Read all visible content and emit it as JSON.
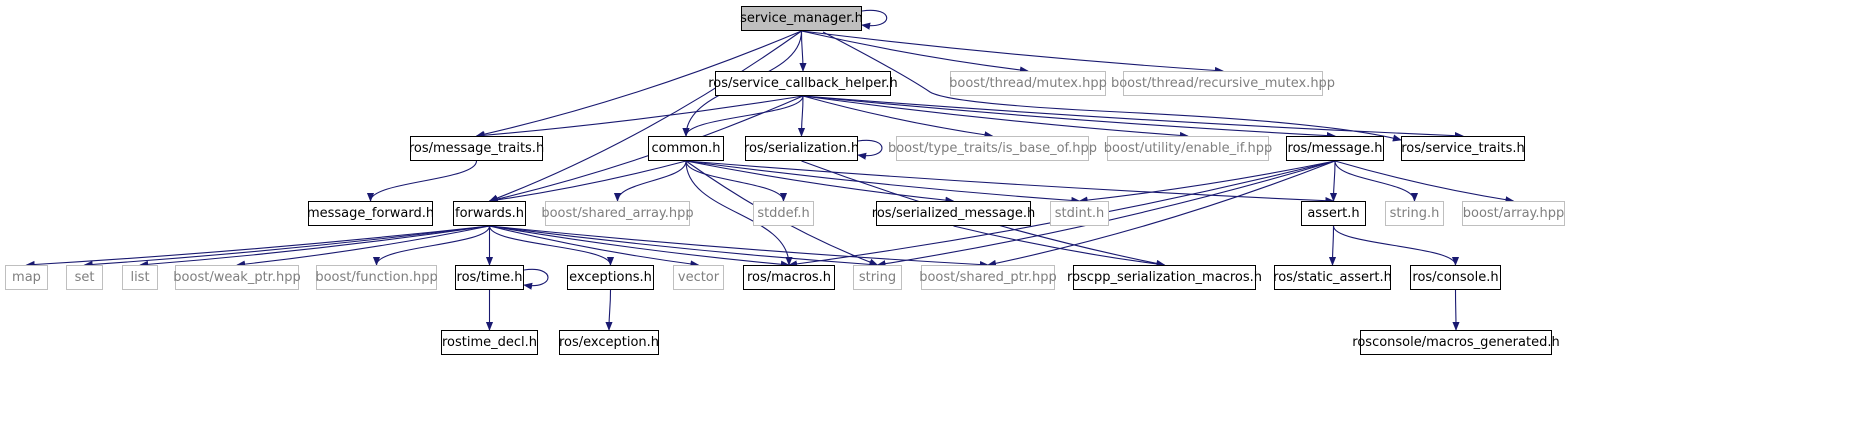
{
  "colors": {
    "edge": "#191970",
    "documented_border": "#000000",
    "external_border": "#bfbfbf",
    "external_text": "#7f7f7f",
    "root_fill": "#bfbfbf"
  },
  "nodes": {
    "service_manager": {
      "label": "service_manager.h",
      "kind": "root"
    },
    "service_callback_helper": {
      "label": "ros/service_callback_helper.h",
      "kind": "documented"
    },
    "thread_mutex": {
      "label": "boost/thread/mutex.hpp",
      "kind": "external"
    },
    "thread_recursive_mutex": {
      "label": "boost/thread/recursive_mutex.hpp",
      "kind": "external"
    },
    "message_traits": {
      "label": "ros/message_traits.h",
      "kind": "documented"
    },
    "common": {
      "label": "common.h",
      "kind": "documented"
    },
    "serialization": {
      "label": "ros/serialization.h",
      "kind": "documented"
    },
    "is_base_of": {
      "label": "boost/type_traits/is_base_of.hpp",
      "kind": "external"
    },
    "enable_if": {
      "label": "boost/utility/enable_if.hpp",
      "kind": "external"
    },
    "message": {
      "label": "ros/message.h",
      "kind": "documented"
    },
    "service_traits": {
      "label": "ros/service_traits.h",
      "kind": "documented"
    },
    "message_forward": {
      "label": "message_forward.h",
      "kind": "documented"
    },
    "forwards": {
      "label": "forwards.h",
      "kind": "documented"
    },
    "shared_array": {
      "label": "boost/shared_array.hpp",
      "kind": "external"
    },
    "stddef": {
      "label": "stddef.h",
      "kind": "external"
    },
    "serialized_message": {
      "label": "ros/serialized_message.h",
      "kind": "documented"
    },
    "stdint": {
      "label": "stdint.h",
      "kind": "external"
    },
    "assert": {
      "label": "assert.h",
      "kind": "documented"
    },
    "string_h": {
      "label": "string.h",
      "kind": "external"
    },
    "boost_array": {
      "label": "boost/array.hpp",
      "kind": "external"
    },
    "map": {
      "label": "map",
      "kind": "external"
    },
    "set": {
      "label": "set",
      "kind": "external"
    },
    "list": {
      "label": "list",
      "kind": "external"
    },
    "weak_ptr": {
      "label": "boost/weak_ptr.hpp",
      "kind": "external"
    },
    "boost_function": {
      "label": "boost/function.hpp",
      "kind": "external"
    },
    "ros_time": {
      "label": "ros/time.h",
      "kind": "documented"
    },
    "exceptions": {
      "label": "exceptions.h",
      "kind": "documented"
    },
    "vector": {
      "label": "vector",
      "kind": "external"
    },
    "ros_macros": {
      "label": "ros/macros.h",
      "kind": "documented"
    },
    "string": {
      "label": "string",
      "kind": "external"
    },
    "shared_ptr": {
      "label": "boost/shared_ptr.hpp",
      "kind": "external"
    },
    "roscpp_serialization_macros": {
      "label": "roscpp_serialization_macros.h",
      "kind": "documented"
    },
    "static_assert": {
      "label": "ros/static_assert.h",
      "kind": "documented"
    },
    "ros_console": {
      "label": "ros/console.h",
      "kind": "documented"
    },
    "rostime_decl": {
      "label": "rostime_decl.h",
      "kind": "documented"
    },
    "ros_exception": {
      "label": "ros/exception.h",
      "kind": "documented"
    },
    "macros_generated": {
      "label": "rosconsole/macros_generated.h",
      "kind": "documented"
    }
  }
}
